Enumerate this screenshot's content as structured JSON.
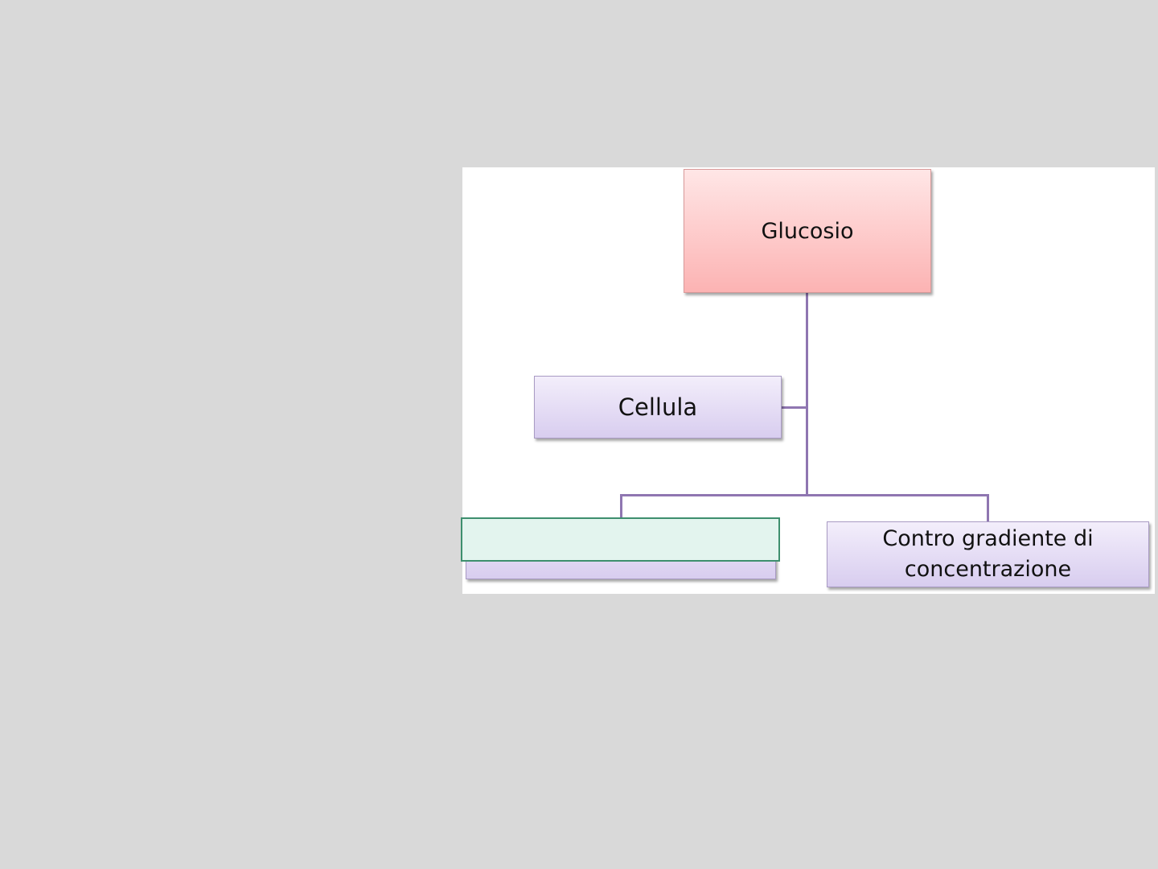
{
  "diagram": {
    "root": {
      "label": "Glucosio"
    },
    "side": {
      "label": "Cellula"
    },
    "children": [
      {
        "label": ""
      },
      {
        "label": "Contro gradiente di concentrazione"
      }
    ]
  }
}
